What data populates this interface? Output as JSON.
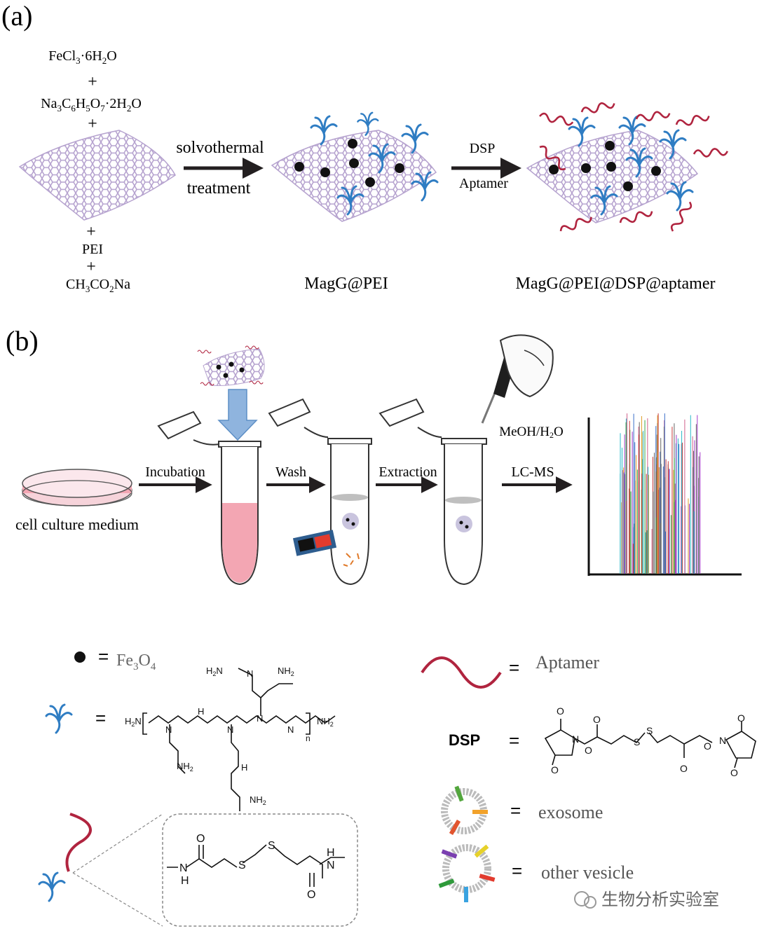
{
  "panel_a": {
    "label": "(a)",
    "reagents": {
      "r1": "FeCl",
      "r1_sub1": "3",
      "r1_tail": "·6H",
      "r1_sub2": "2",
      "r1_end": "O",
      "plus": "+",
      "r2": "Na",
      "r2_s1": "3",
      "r2_b": "C",
      "r2_s2": "6",
      "r2_c": "H",
      "r2_s3": "5",
      "r2_d": "O",
      "r2_s4": "7",
      "r2_e": "·2H",
      "r2_s5": "2",
      "r2_f": "O",
      "r3": "PEI",
      "r4": "CH",
      "r4_s1": "3",
      "r4_b": "CO",
      "r4_s2": "2",
      "r4_c": "Na"
    },
    "step1": {
      "top": "solvothermal",
      "bottom": "treatment"
    },
    "step2": {
      "top": "DSP",
      "bottom": "Aptamer"
    },
    "product1": "MagG@PEI",
    "product2": "MagG@PEI@DSP@aptamer"
  },
  "panel_b": {
    "label": "(b)",
    "dish_label": "cell culture medium",
    "steps": [
      "Incubation",
      "Wash",
      "Extraction",
      "LC-MS"
    ],
    "solvent": "MeOH/H",
    "solvent_sub": "2",
    "solvent_end": "O"
  },
  "legend": {
    "fe3o4": "Fe",
    "fe3o4_s1": "3",
    "fe3o4_b": "O",
    "fe3o4_s2": "4",
    "eq": "=",
    "aptamer": "Aptamer",
    "dsp": "DSP",
    "exosome": "exosome",
    "other_vesicle": "other vesicle",
    "pei_struct": {
      "nh2": "NH",
      "sub2": "2",
      "n": "N",
      "h": "H",
      "n_index": "n",
      "h2n": "H",
      "h2n_sub": "2",
      "h2n_end": "N"
    },
    "linker": {
      "n": "N",
      "h": "H",
      "o": "O",
      "s": "S"
    },
    "dsp_struct": {
      "o": "O",
      "n": "N",
      "s": "S"
    }
  },
  "watermark": "生物分析实验室",
  "colors": {
    "ink": "#231f20",
    "graphene": "#b6a3cf",
    "pei_blue": "#2f7dc3",
    "aptamer_red": "#b0243f",
    "tube_pink": "#f3a6b3",
    "arrow_blue": "#8fb4de"
  }
}
